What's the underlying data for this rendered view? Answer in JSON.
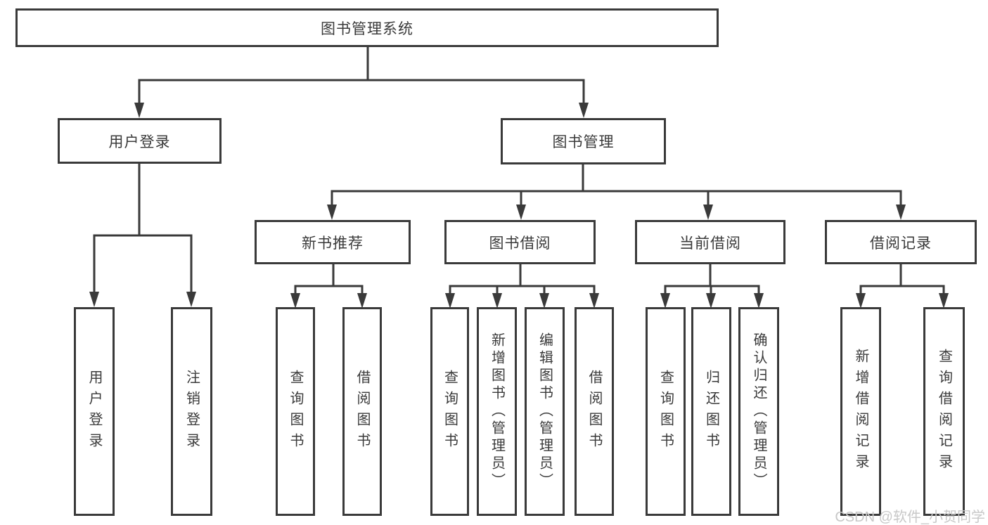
{
  "tree": {
    "label": "图书管理系统",
    "children": [
      {
        "label": "用户登录",
        "children": [
          {
            "label": "用户登录"
          },
          {
            "label": "注销登录"
          }
        ]
      },
      {
        "label": "图书管理",
        "children": [
          {
            "label": "新书推荐",
            "children": [
              {
                "label": "查询图书"
              },
              {
                "label": "借阅图书"
              }
            ]
          },
          {
            "label": "图书借阅",
            "children": [
              {
                "label": "查询图书"
              },
              {
                "label": "新增图书（管理员）"
              },
              {
                "label": "编辑图书（管理员）"
              },
              {
                "label": "借阅图书"
              }
            ]
          },
          {
            "label": "当前借阅",
            "children": [
              {
                "label": "查询图书"
              },
              {
                "label": "归还图书"
              },
              {
                "label": "确认归还（管理员）"
              }
            ]
          },
          {
            "label": "借阅记录",
            "children": [
              {
                "label": "新增借阅记录"
              },
              {
                "label": "查询借阅记录"
              }
            ]
          }
        ]
      }
    ]
  },
  "watermark": {
    "text": "CSDN @软件_小贺同学"
  },
  "colors": {
    "line": "#3a3a3a",
    "text": "#3a3a3a",
    "watermark": "#c8c8c8",
    "background": "#ffffff"
  }
}
